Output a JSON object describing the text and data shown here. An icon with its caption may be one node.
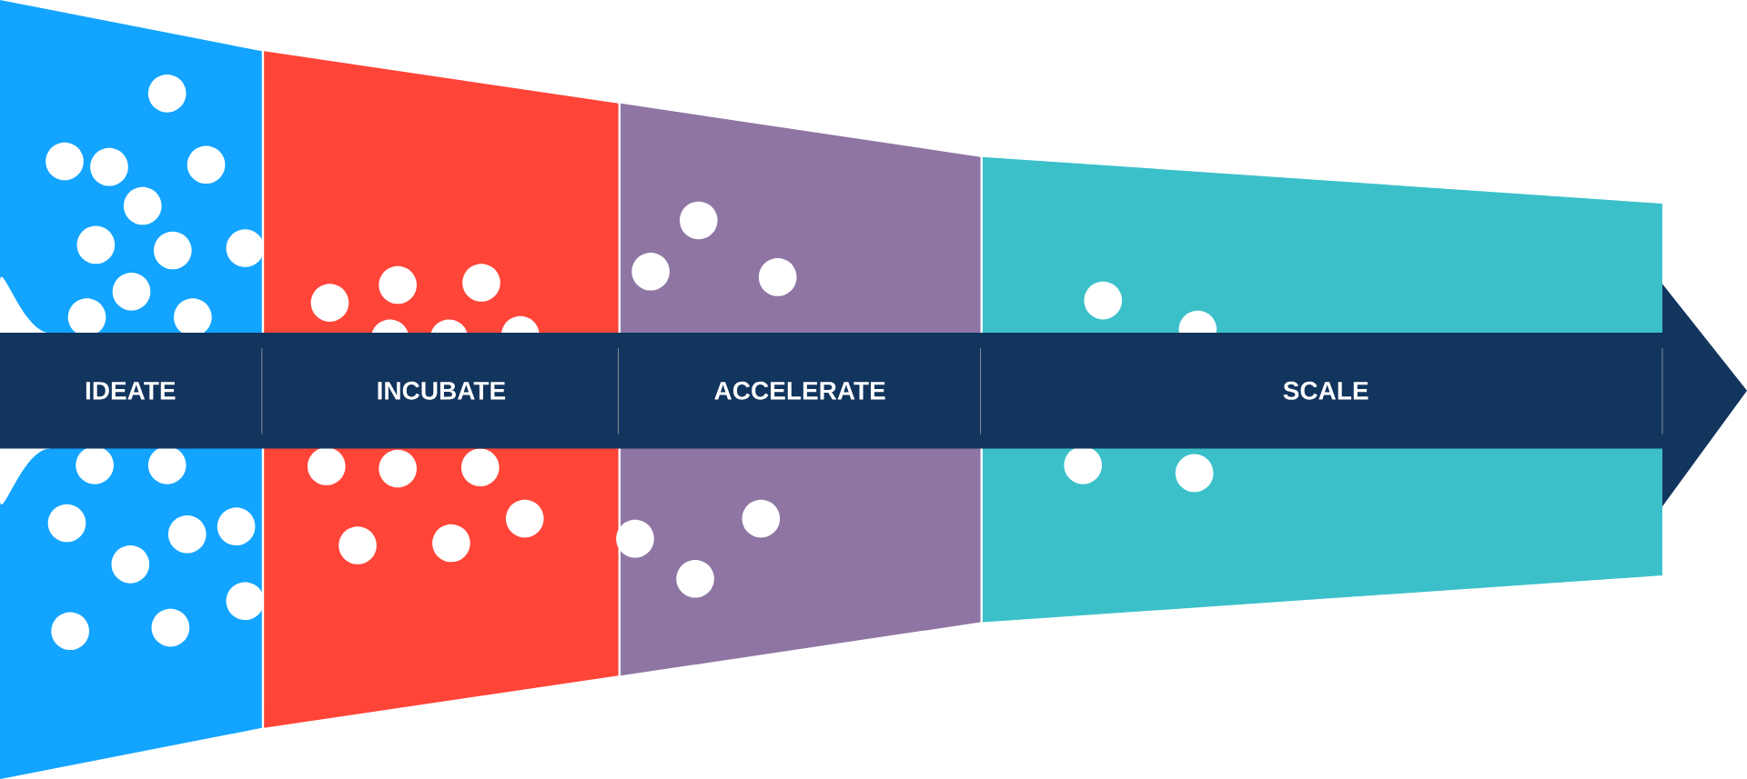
{
  "diagram": {
    "nodes": [
      {
        "text": [
          "IDEATE"
        ]
      },
      {
        "text": [
          "INCUBATE"
        ]
      },
      {
        "text": [
          "ACCELERATE"
        ]
      },
      {
        "text": [
          "SCALE"
        ]
      }
    ]
  }
}
